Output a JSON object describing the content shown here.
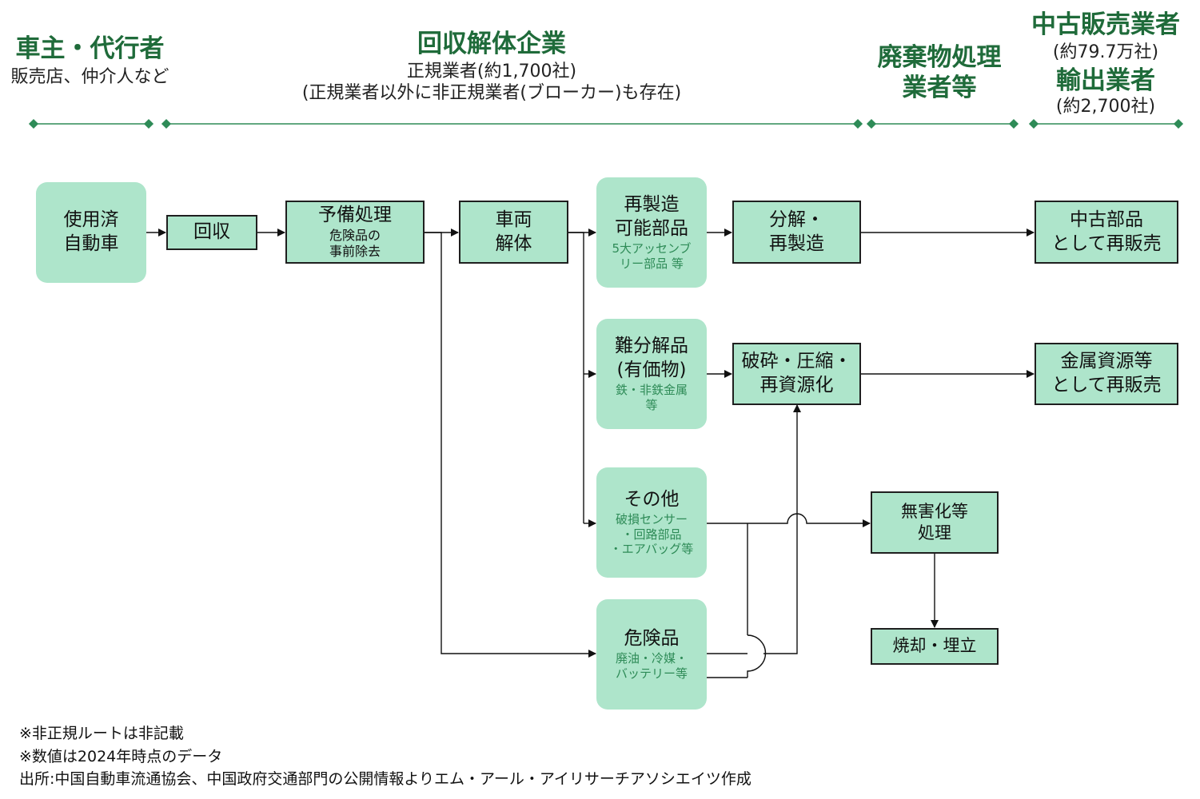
{
  "headers": {
    "owner": {
      "title": "車主・代行者",
      "sub": "販売店、仲介人など"
    },
    "dismantler": {
      "title": "回収解体企業",
      "sub1": "正規業者(約1,700社)",
      "sub2": "(正規業者以外に非正規業者(ブローカー)も存在)"
    },
    "waste": {
      "title_line1": "廃棄物処理",
      "title_line2": "業者等"
    },
    "used": {
      "title1": "中古販売業者",
      "sub1": "(約79.7万社)",
      "title2": "輸出業者",
      "sub2": "(約2,700社)"
    }
  },
  "nodes": {
    "used_car": {
      "line1": "使用済",
      "line2": "自動車"
    },
    "collect": {
      "label": "回収"
    },
    "pretreat": {
      "title": "予備処理",
      "sub1": "危険品の",
      "sub2": "事前除去"
    },
    "dismantle": {
      "line1": "車両",
      "line2": "解体"
    },
    "reman_parts": {
      "line1": "再製造",
      "line2": "可能部品",
      "sub1": "5大アッセンブ",
      "sub2": "リー部品 等"
    },
    "hard_parts": {
      "line1": "難分解品",
      "line2": "(有価物)",
      "sub1": "鉄・非鉄金属",
      "sub2": "等"
    },
    "other": {
      "line1": "その他",
      "sub1": "破損センサー",
      "sub2": "・回路部品",
      "sub3": "・エアバッグ等"
    },
    "hazard": {
      "line1": "危険品",
      "sub1": "廃油・冷媒・",
      "sub2": "バッテリー等"
    },
    "disassemble": {
      "line1": "分解・",
      "line2": "再製造"
    },
    "crush": {
      "line1": "破砕・圧縮・",
      "line2": "再資源化"
    },
    "detox": {
      "line1": "無害化等",
      "line2": "処理"
    },
    "incinerate": {
      "label": "焼却・埋立"
    },
    "used_parts": {
      "line1": "中古部品",
      "line2": "として再販売"
    },
    "metal": {
      "line1": "金属資源等",
      "line2": "として再販売"
    }
  },
  "notes": [
    "※非正規ルートは非記載",
    "※数値は2024年時点のデータ",
    "出所:中国自動車流通協会、中国政府交通部門の公開情報よりエム・アール・アイリサーチアソシエイツ作成"
  ],
  "colors": {
    "box_fill": "#aee5cb",
    "header": "#1f6b3a",
    "line_green": "#2e8b57"
  }
}
